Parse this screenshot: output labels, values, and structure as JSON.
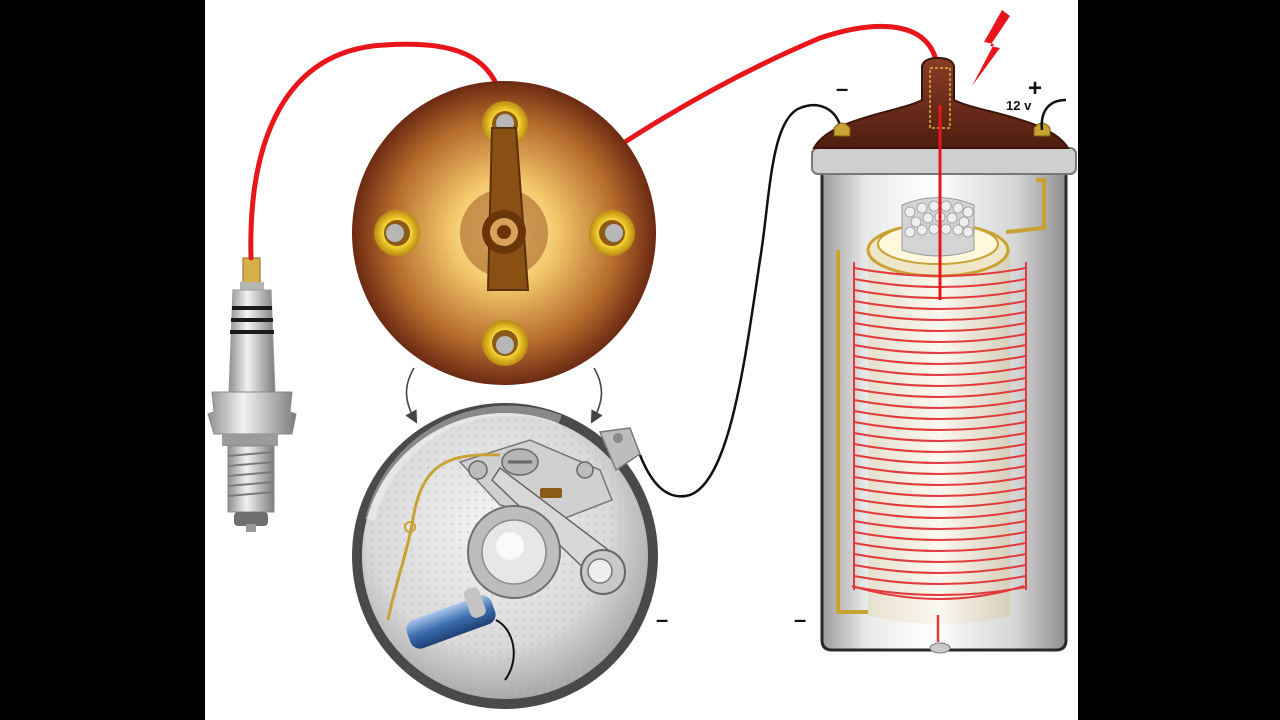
{
  "diagram": {
    "labels": {
      "coil_negative": "–",
      "coil_positive": "+",
      "battery_voltage": "12 v",
      "distributor_ground": "–",
      "coil_ground": "–"
    },
    "components": [
      "spark-plug",
      "distributor-cap",
      "rotor-arm",
      "contact-breaker-points",
      "condenser",
      "ignition-coil",
      "primary-winding",
      "iron-core"
    ],
    "icons": [
      "lightning-bolt-icon"
    ],
    "colors": {
      "letterbox": "#000000",
      "background": "#ffffff",
      "ht_lead": "#e8161b",
      "lt_wire": "#111111",
      "coil_winding": "#e23a3a",
      "cap_dark": "#6b2a12",
      "cap_light": "#f2c86a",
      "brass": "#c9a234",
      "steel": "#c8c8c8",
      "condenser_blue": "#3d6fb0"
    }
  }
}
